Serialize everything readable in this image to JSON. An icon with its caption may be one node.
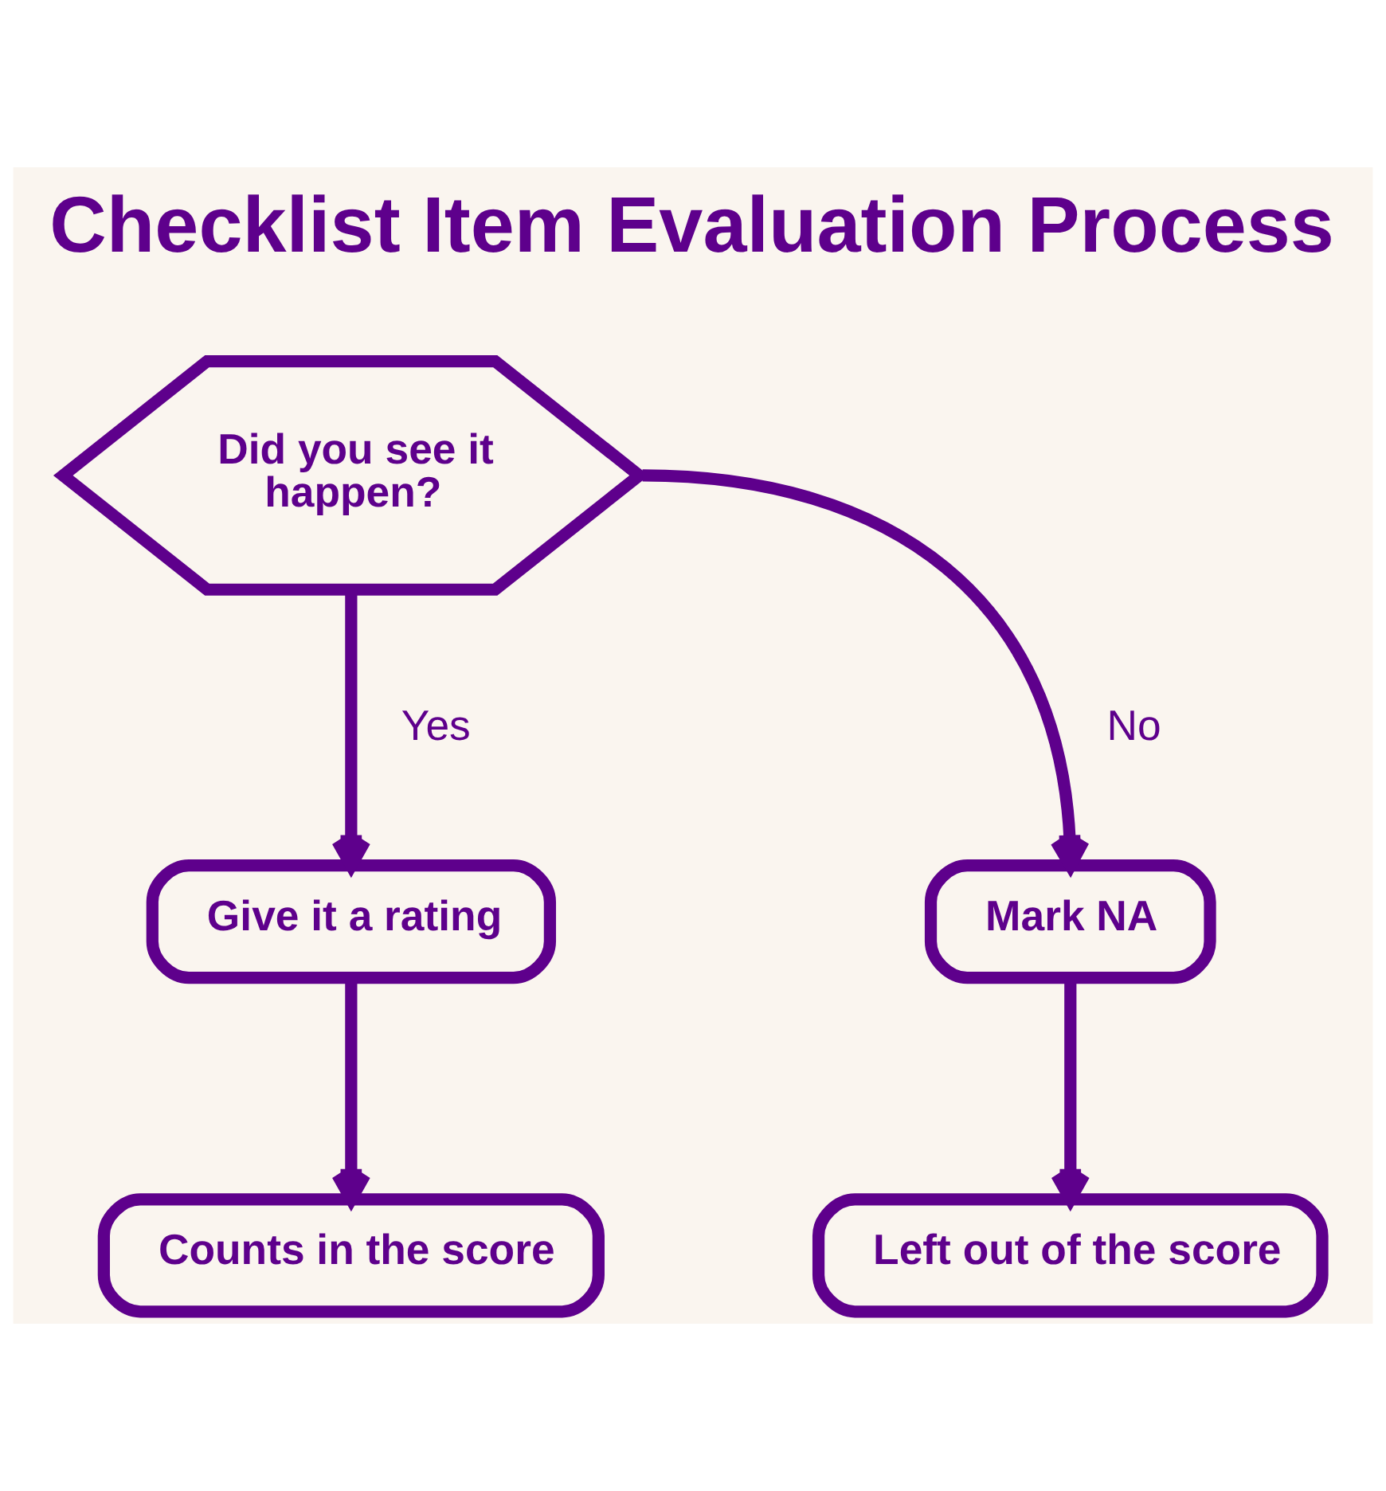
{
  "diagram": {
    "title": "Checklist Item Evaluation Process",
    "nodes": [
      {
        "text": [
          "Did you see it happen?"
        ]
      },
      {
        "text": [
          "Give it a rating"
        ]
      },
      {
        "text": [
          "Mark NA"
        ]
      },
      {
        "text": [
          "Counts in the score"
        ]
      },
      {
        "text": [
          "Left out of the score"
        ]
      }
    ],
    "edges": [
      {
        "from": 0,
        "to": 1,
        "arrow": "to",
        "label": "Yes"
      },
      {
        "from": 0,
        "to": 2,
        "arrow": "to",
        "label": "No"
      },
      {
        "from": 1,
        "to": 3,
        "arrow": "to"
      },
      {
        "from": 2,
        "to": 4,
        "arrow": "to"
      }
    ]
  }
}
